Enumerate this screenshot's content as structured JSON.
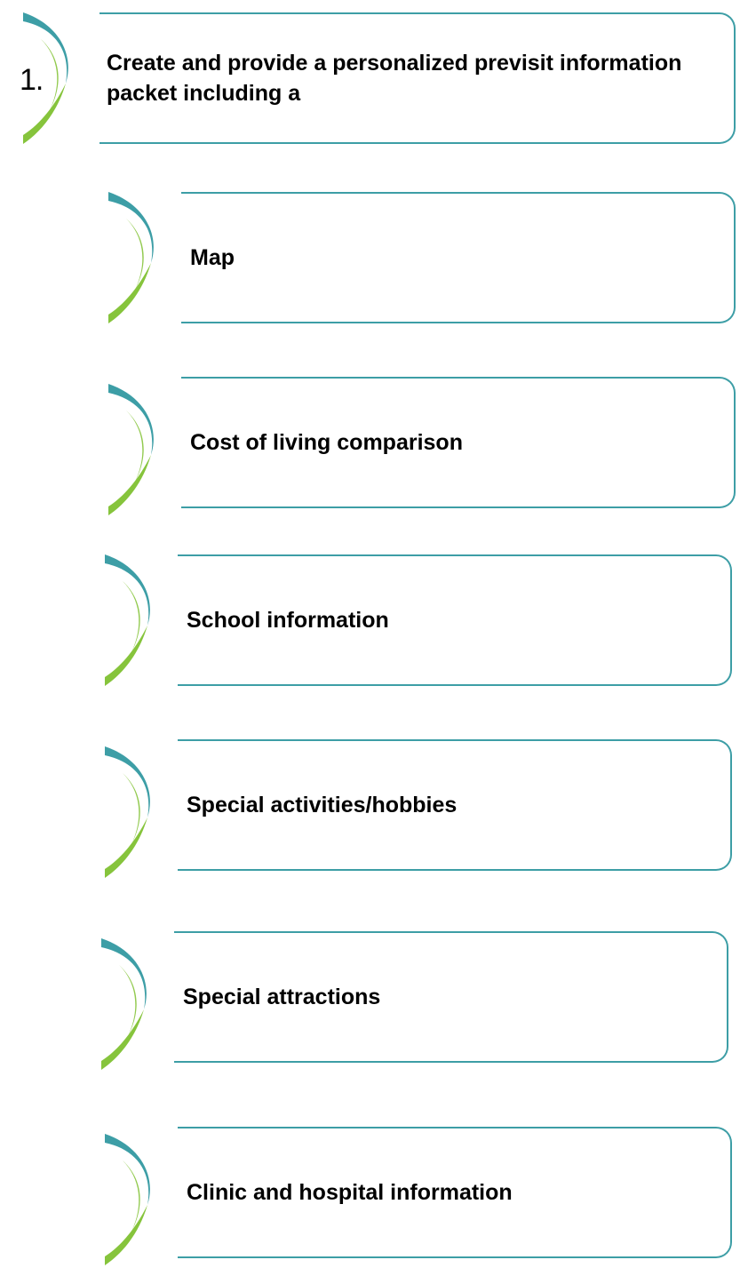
{
  "colors": {
    "teal": "#3d9ea6",
    "green": "#86c43c",
    "text": "#000000"
  },
  "step": {
    "number": "1.",
    "text": "Create and provide a personalized previsit information packet including a",
    "icon": "arc-icon"
  },
  "items": [
    {
      "label": "Map",
      "icon": "arc-icon"
    },
    {
      "label": "Cost of living comparison",
      "icon": "arc-icon"
    },
    {
      "label": "School information",
      "icon": "arc-icon"
    },
    {
      "label": "Special activities/hobbies",
      "icon": "arc-icon"
    },
    {
      "label": "Special attractions",
      "icon": "arc-icon"
    },
    {
      "label": "Clinic and hospital information",
      "icon": "arc-icon"
    }
  ]
}
